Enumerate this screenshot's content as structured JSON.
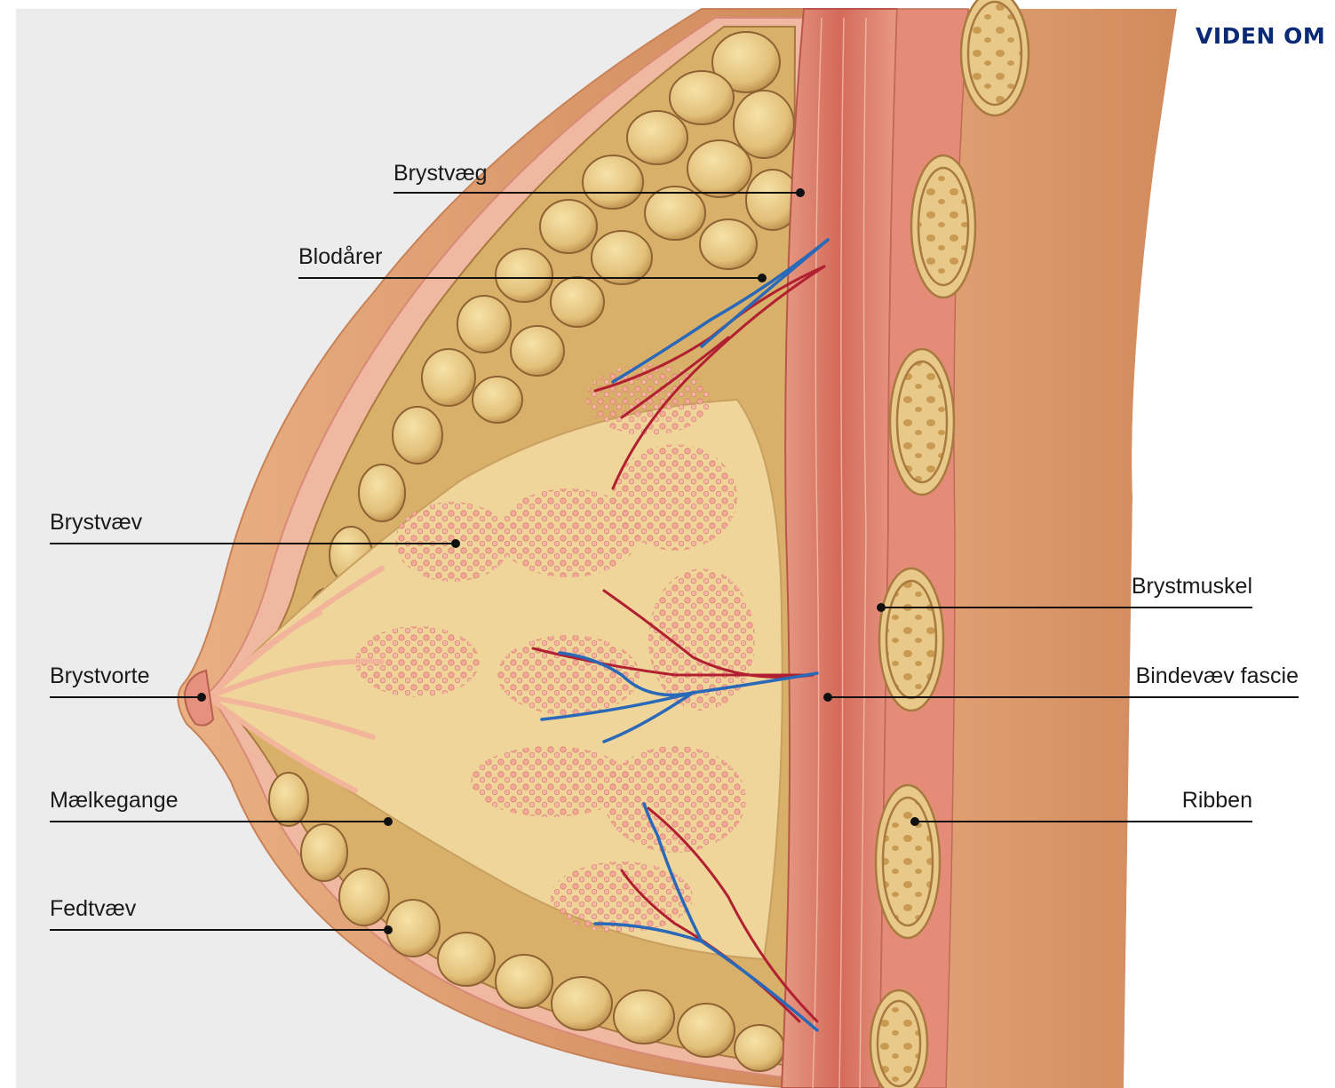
{
  "header": {
    "brand_text": "VIDEN OM"
  },
  "labels": {
    "brystvaeg": "Brystvæg",
    "blodaarer": "Blodårer",
    "brystvaev": "Brystvæv",
    "brystvorte": "Brystvorte",
    "maelkegange": "Mælkegange",
    "fedtvaev": "Fedtvæv",
    "brystmuskel": "Brystmuskel",
    "bindevaev_fascie": "Bindevæv fascie",
    "ribben": "Ribben"
  },
  "colors": {
    "background_panel": "#ececec",
    "skin": "#dfa072",
    "fat_lobule": "#e6c984",
    "gland": "#f0a89a",
    "muscle": "#d97868",
    "artery": "#b02030",
    "vein": "#2a68b8",
    "rib": "#e8c98a",
    "leader_line": "#111111",
    "brand": "#0a2a78"
  }
}
